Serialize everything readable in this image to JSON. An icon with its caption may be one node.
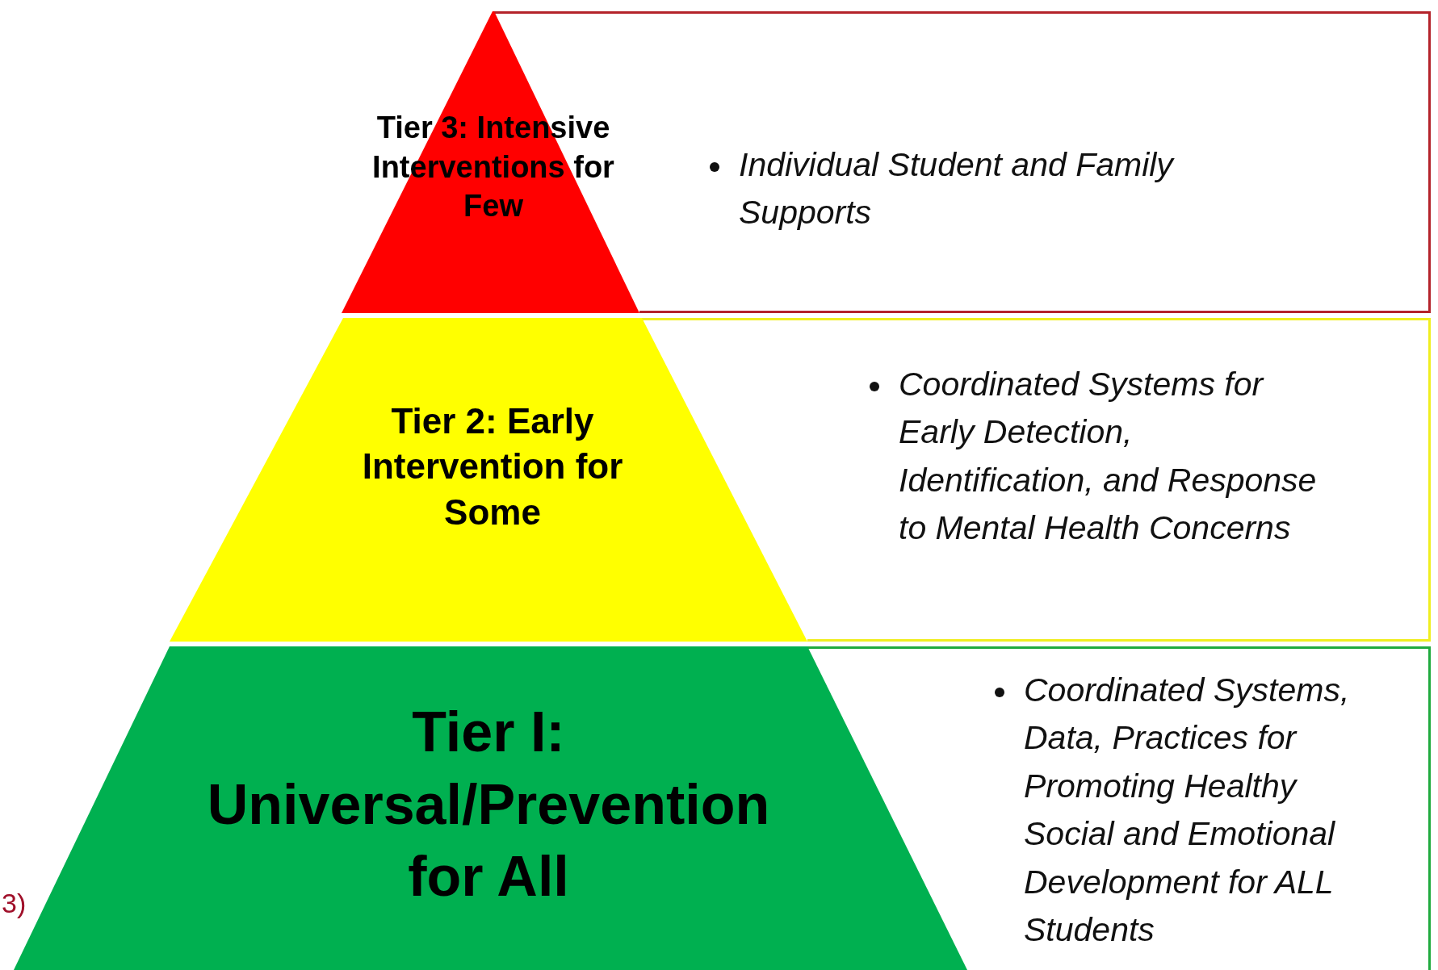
{
  "diagram": {
    "nodes": [
      {
        "text": [
          "Tier 3: Intensive Interventions for Few"
        ]
      },
      {
        "text": [
          "Individual Student and Family Supports"
        ]
      },
      {
        "text": [
          "Tier 2: Early Intervention for Some"
        ]
      },
      {
        "text": [
          "Coordinated Systems for Early Detection, Identification, and Response to Mental Health Concerns"
        ]
      },
      {
        "text": [
          "Tier I: Universal/Prevention for All"
        ]
      },
      {
        "text": [
          "Coordinated Systems, Data, Practices for Promoting Healthy Social and Emotional Development for ALL Students"
        ]
      }
    ],
    "labels": [
      "3)"
    ]
  }
}
